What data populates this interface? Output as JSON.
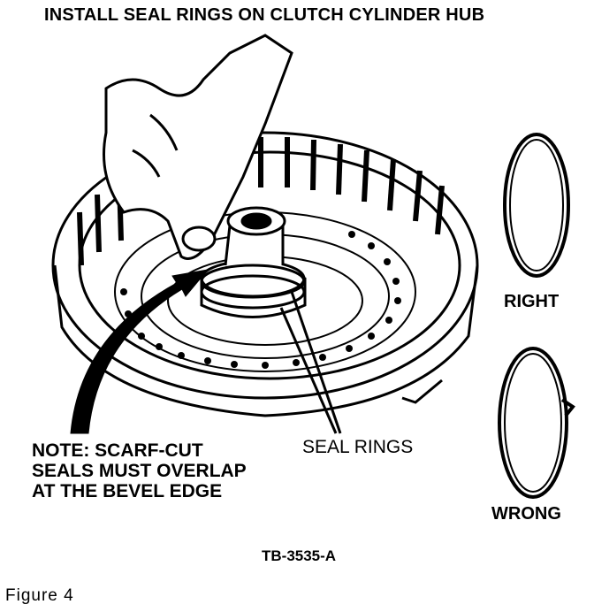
{
  "title": "INSTALL SEAL RINGS ON CLUTCH CYLINDER HUB",
  "labels": {
    "note": [
      "NOTE: SCARF-CUT",
      "SEALS MUST OVERLAP",
      "AT THE BEVEL EDGE"
    ],
    "seal_rings": "SEAL RINGS",
    "right": "RIGHT",
    "wrong": "WRONG"
  },
  "code": "TB-3535-A",
  "caption": "Figure 4"
}
